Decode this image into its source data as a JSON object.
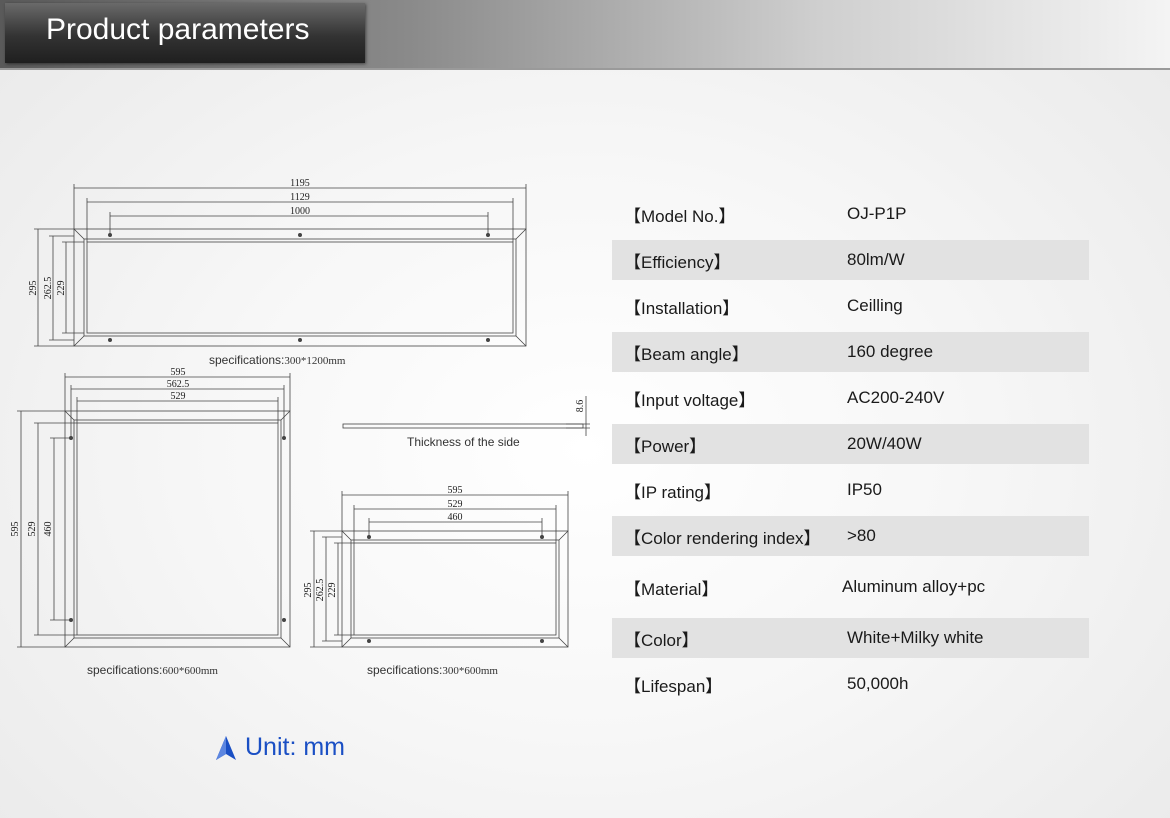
{
  "header": {
    "title": "Product parameters"
  },
  "drawings": {
    "panel_300x1200": {
      "dims_horizontal": [
        "1195",
        "1129",
        "1000"
      ],
      "dims_vertical": [
        "295",
        "262.5",
        "229"
      ],
      "spec_prefix": "specifications:",
      "spec_value": "300*1200mm"
    },
    "panel_600x600": {
      "dims_horizontal": [
        "595",
        "562.5",
        "529"
      ],
      "dims_vertical": [
        "595",
        "529",
        "460"
      ],
      "spec_prefix": "specifications:",
      "spec_value": "600*600mm"
    },
    "panel_300x600": {
      "dims_horizontal": [
        "595",
        "529",
        "460"
      ],
      "dims_vertical": [
        "295",
        "262.5",
        "229"
      ],
      "spec_prefix": "specifications:",
      "spec_value": "300*600mm"
    },
    "side": {
      "thickness_value": "8.6",
      "label": "Thickness of the side"
    }
  },
  "unit": {
    "label": "Unit: mm"
  },
  "parameters": [
    {
      "label": "【Model No.】",
      "value": "OJ-P1P"
    },
    {
      "label": "【Efficiency】",
      "value": "80lm/W"
    },
    {
      "label": "【Installation】",
      "value": "Ceilling"
    },
    {
      "label": "【Beam angle】",
      "value": "160 degree"
    },
    {
      "label": "【Input voltage】",
      "value": "AC200-240V"
    },
    {
      "label": "【Power】",
      "value": "20W/40W"
    },
    {
      "label": "【IP rating】",
      "value": "IP50"
    },
    {
      "label": "【Color rendering index】",
      "value": ">80"
    },
    {
      "label": "【Material】",
      "value": "Aluminum alloy+pc"
    },
    {
      "label": "【Color】",
      "value": "White+Milky white"
    },
    {
      "label": "【Lifespan】",
      "value": "50,000h"
    }
  ]
}
